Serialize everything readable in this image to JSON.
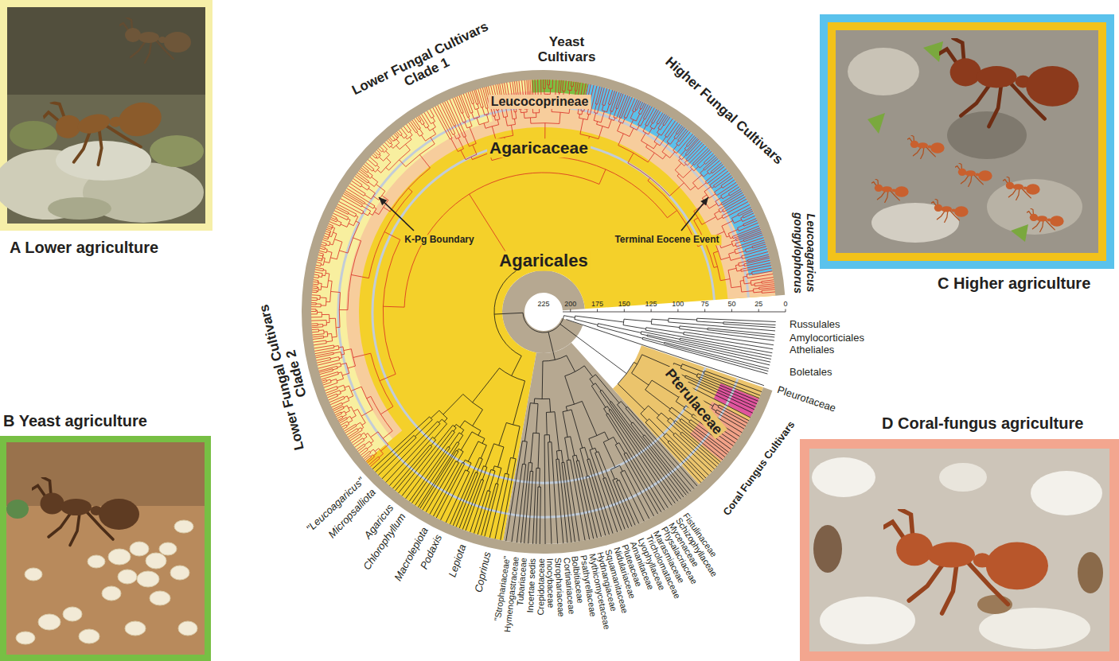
{
  "diagram": {
    "nodes": [
      {
        "text": [
          "A Lower agriculture"
        ]
      },
      {
        "text": [
          "C Higher agriculture"
        ]
      },
      {
        "text": [
          "B Yeast agriculture"
        ]
      },
      {
        "text": [
          "D Coral-fungus agriculture"
        ]
      }
    ],
    "labels": [
      "Yeast Cultivars",
      "Lower Fungal Cultivars Clade 1",
      "Higher Fungal Cultivars",
      "Leucocoprineae",
      "Agaricaceae",
      "K-Pg Boundary",
      "Terminal Eocene Event",
      "Agaricales",
      "Leucoagaricus gongylophorus",
      "225",
      "200",
      "175",
      "150",
      "125",
      "100",
      "75",
      "50",
      "25",
      "0",
      "Russulales",
      "Amylocorticiales",
      "Atheliales",
      "Boletales",
      "Pleurotaceae",
      "Pterulaceae",
      "Coral Fungus Cultivars",
      "Lower Fungal Cultivars Clade 2",
      "\"Leucoagaricus\"",
      "Micropsalliota",
      "Agaricus",
      "Chlorophyllum",
      "Macrolepiota",
      "Podaxis",
      "Lepiota",
      "Coprinus",
      "\"Strophariaceae\"",
      "Hymenogastraceae",
      "Tubariaceae",
      "Incertae sedis",
      "Crepidotaceae",
      "Inocybaceae",
      "Strophariaceae",
      "Cortinariaceae",
      "Bolbitiaceae",
      "Psathyrellaceae",
      "Mythicomycetaceae",
      "Hydnangiaceae",
      "Squamanitaceae",
      "Nidulariaceae",
      "Pluteaceae",
      "Amanitaceae",
      "Lyophyllaceae",
      "Tricholomataceae",
      "Marasmiaceae",
      "Physalacriaceae",
      "Mycenaceae",
      "Schizophyllaceae",
      "Fistulinaceae"
    ]
  }
}
